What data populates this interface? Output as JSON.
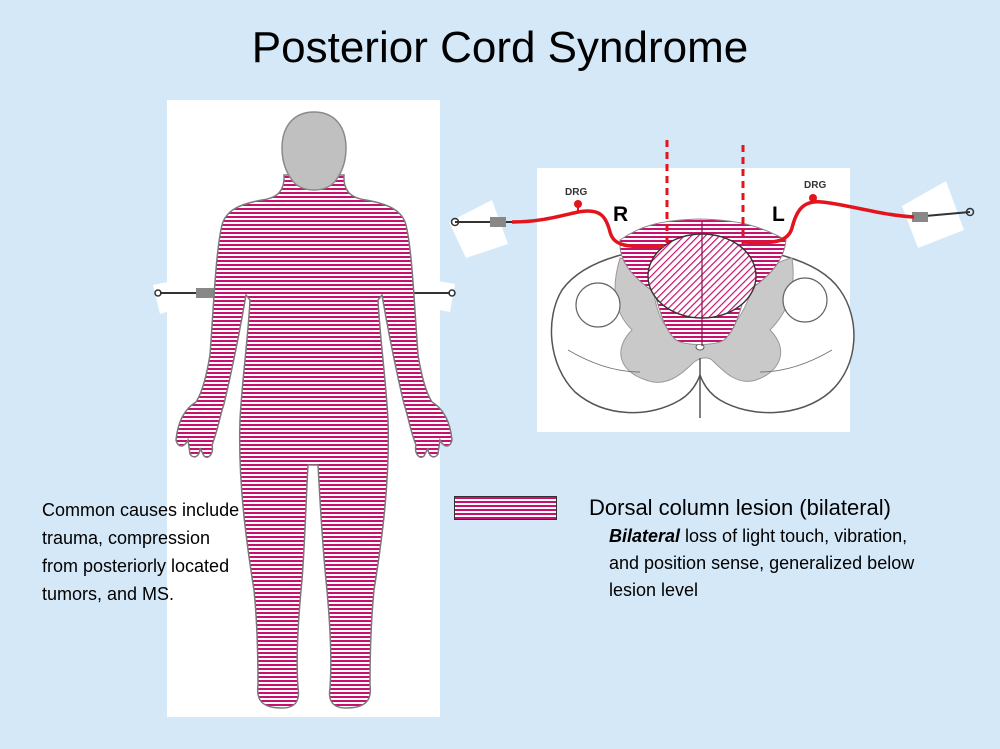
{
  "title": "Posterior Cord Syndrome",
  "cord": {
    "label_right": "R",
    "label_left": "L",
    "drg_left": "DRG",
    "drg_right": "DRG"
  },
  "causes_text": "Common causes include trauma, compression from posteriorly located tumors, and MS.",
  "legend": {
    "swatch_name": "pink-striped-swatch",
    "title": "Dorsal column lesion (bilateral)",
    "desc_bold": "Bilateral",
    "desc_rest": " loss of light touch, vibration, and position sense, generalized below lesion level"
  },
  "colors": {
    "background": "#d4e8f8",
    "lesion": "#c8106e",
    "nerve": "#e3141b",
    "gray_matter": "#c9c9c9"
  }
}
